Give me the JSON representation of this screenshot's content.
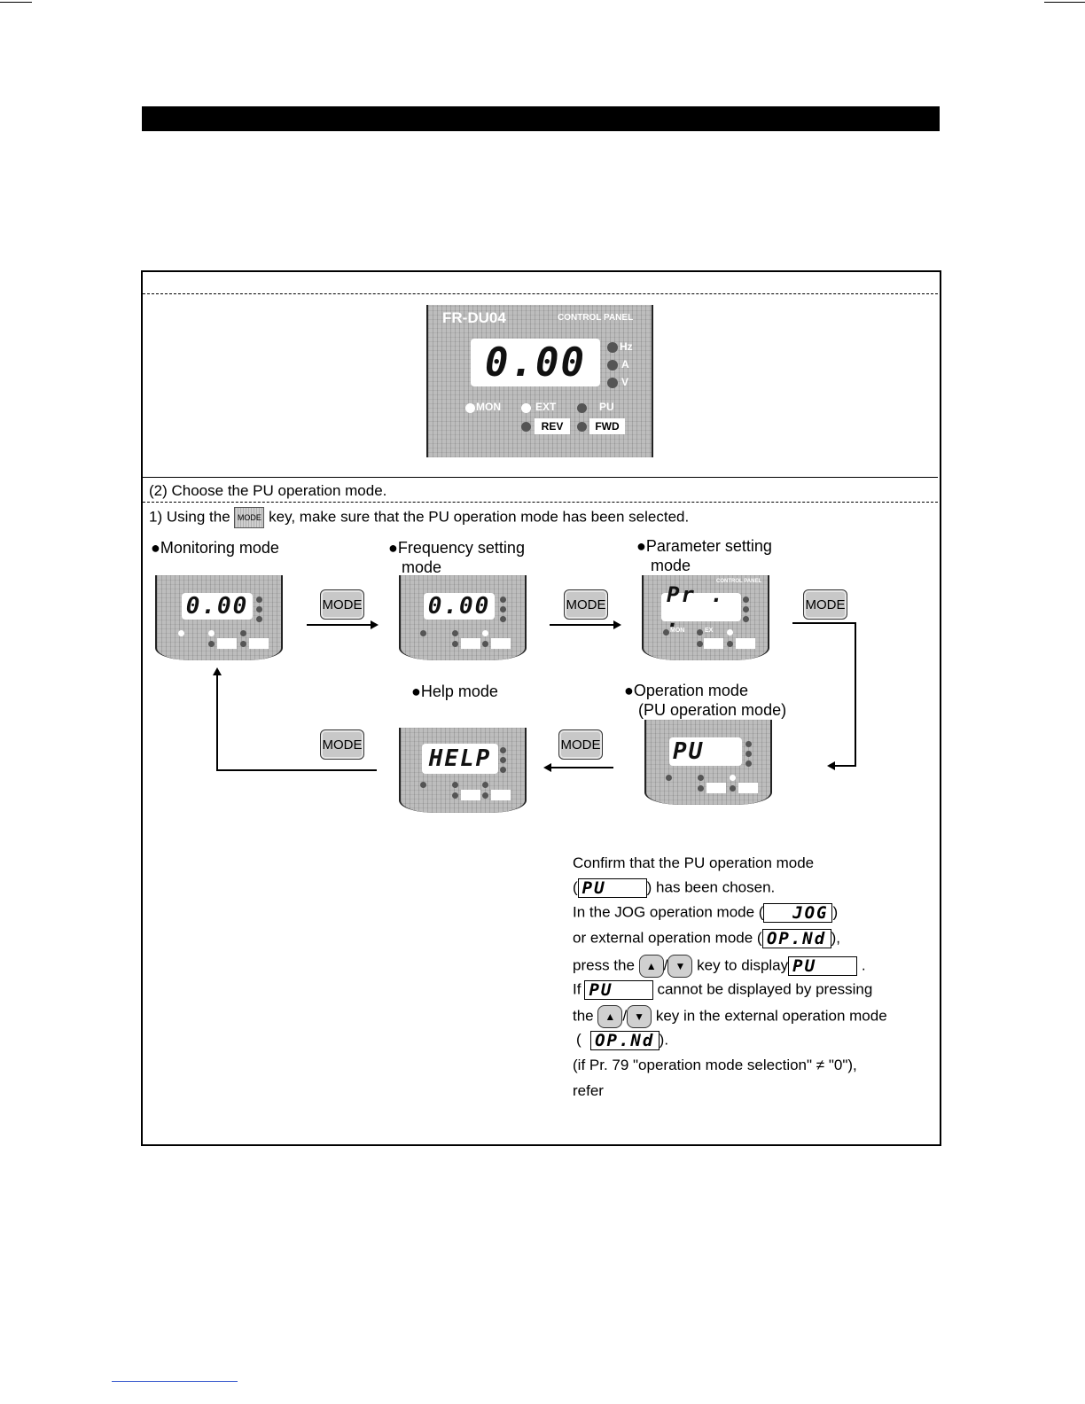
{
  "top_panel": {
    "model": "FR-DU04",
    "brand_label": "CONTROL PANEL",
    "display": "0.00",
    "units": [
      "Hz",
      "A",
      "V"
    ],
    "mode_labels": [
      "MON",
      "EXT",
      "PU"
    ],
    "direction_labels": [
      "REV",
      "FWD"
    ]
  },
  "step2": {
    "heading": "(2) Choose the PU operation mode.",
    "instruction_before": "1) Using the",
    "instruction_key": "MODE",
    "instruction_after": "key, make sure that the PU operation mode has been selected."
  },
  "modes": {
    "monitoring": {
      "title": "●Monitoring mode",
      "display": "0.00"
    },
    "frequency": {
      "title_1": "●Frequency setting",
      "title_2": "mode",
      "display": "0.00"
    },
    "parameter": {
      "title_1": "●Parameter setting",
      "title_2": "mode",
      "display": "Pr . .",
      "small_label": "CONTROL PANEL",
      "small_mon": "MON",
      "small_ext": "EX"
    },
    "help": {
      "title": "●Help mode",
      "display": "HELP"
    },
    "operation": {
      "title_1": "●Operation mode",
      "title_2": "(PU operation mode)",
      "display": "PU"
    }
  },
  "mode_key_label": "MODE",
  "confirm": {
    "l1": "Confirm that the PU operation mode",
    "l2_pre": "(",
    "l2_seg": "PU",
    "l2_post": ") has been chosen.",
    "l3_pre": "In the JOG operation mode (",
    "l3_seg": "JOG",
    "l3_post": ")",
    "l4_pre": "or external operation mode (",
    "l4_seg": "OP.Nd",
    "l4_post": "),",
    "l5_pre": "press the",
    "l5_up": "▲",
    "l5_slash": "/",
    "l5_down": "▼",
    "l5_mid": "key to display",
    "l5_seg": "PU",
    "l5_post": ".",
    "l6_pre": "If",
    "l6_seg": "PU",
    "l6_post": "cannot be displayed by pressing",
    "l7_pre": "the",
    "l7_up": "▲",
    "l7_slash": "/",
    "l7_down": "▼",
    "l7_post": "key in the external operation mode",
    "l8_pre": "(",
    "l8_seg": "OP.Nd",
    "l8_post": ").",
    "l9": "(if Pr. 79 \"operation mode selection\" ≠ \"0\"),",
    "l10": "refer"
  }
}
